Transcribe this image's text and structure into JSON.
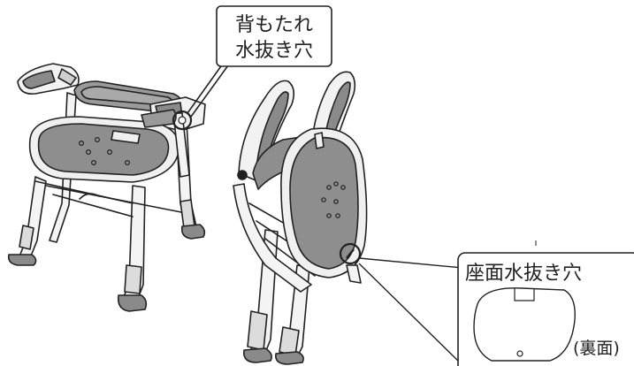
{
  "callouts": {
    "backrest_drain": {
      "line1": "背もたれ",
      "line2": "水抜き穴"
    },
    "seat_drain": {
      "title": "座面水抜き穴",
      "side_note": "(裏面)"
    }
  },
  "colors": {
    "outline": "#222222",
    "seat_gray": "#8c8c8c",
    "seat_dark": "#5e5e5e",
    "frame_light": "#f2f2f2",
    "pad_gray": "#9a9a9a"
  }
}
